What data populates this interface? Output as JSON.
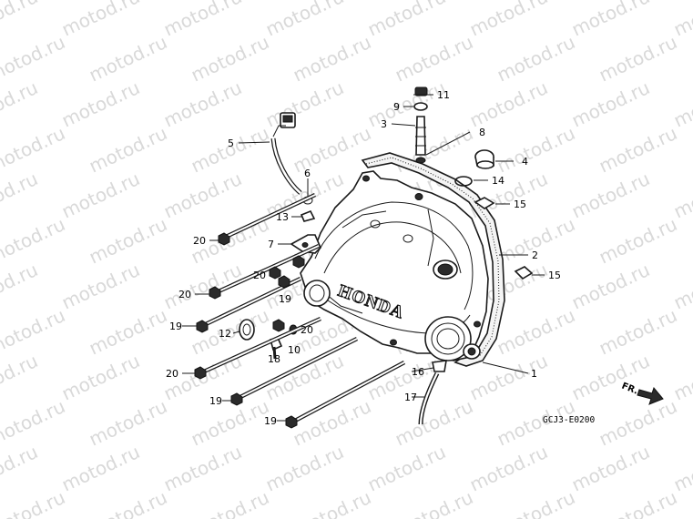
{
  "watermark": "motod.ru",
  "diagram_code": "GCJ3-E0200",
  "direction_label": "FR.",
  "brand_mark": "HONDA",
  "callouts": {
    "c1": "1",
    "c2": "2",
    "c3": "3",
    "c4": "4",
    "c5": "5",
    "c6": "6",
    "c7": "7",
    "c8": "8",
    "c9": "9",
    "c10": "10",
    "c11": "11",
    "c12": "12",
    "c13": "13",
    "c14": "14",
    "c15a": "15",
    "c15b": "15",
    "c16": "16",
    "c17": "17",
    "c18": "18",
    "c19a": "19",
    "c19b": "19",
    "c19c": "19",
    "c19d": "19",
    "c20a": "20",
    "c20b": "20",
    "c20c": "20",
    "c20d": "20",
    "c20e": "20"
  }
}
